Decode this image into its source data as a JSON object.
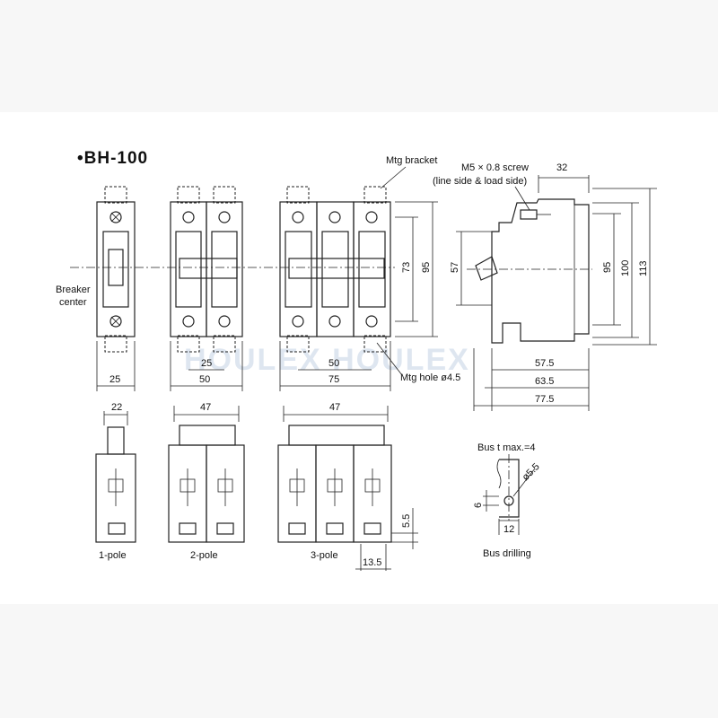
{
  "title": "•BH-100",
  "watermark": "HOULEX HOULEX",
  "labels": {
    "mtg_bracket": "Mtg bracket",
    "screw_line1": "M5 × 0.8 screw",
    "screw_line2": "(line side & load side)",
    "breaker_center_1": "Breaker",
    "breaker_center_2": "center",
    "mtg_hole": "Mtg hole ø4.5",
    "bus_max": "Bus t max.=4",
    "bus_drilling": "Bus drilling",
    "pole1": "1-pole",
    "pole2": "2-pole",
    "pole3": "3-pole"
  },
  "dims": {
    "w25a": "25",
    "w25b": "25",
    "w50a": "50",
    "w50b": "50",
    "w75": "75",
    "h73": "73",
    "h95a": "95",
    "h57": "57",
    "h95b": "95",
    "h100": "100",
    "h113": "113",
    "d32": "32",
    "d575": "57.5",
    "d635": "63.5",
    "d775": "77.5",
    "b22": "22",
    "b47a": "47",
    "b47b": "47",
    "s55": "5.5",
    "s135": "13.5",
    "bus6": "6",
    "bus12": "12",
    "busd": "ø5.5"
  }
}
